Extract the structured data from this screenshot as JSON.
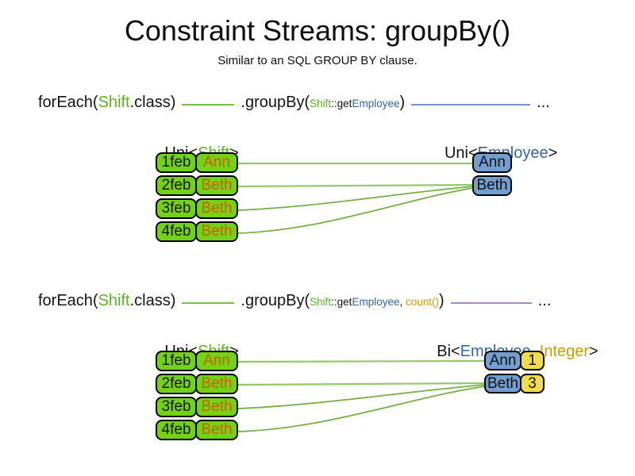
{
  "slide": {
    "title": "Constraint Streams: groupBy()",
    "subtitle": "Similar to an SQL GROUP BY clause."
  },
  "colors": {
    "shift_box_fill": "#73D216",
    "employee_box_fill": "#729FCF",
    "count_box_fill": "#F3DC4B",
    "shift_text_green": "#5BB51E",
    "employee_text_blue": "#3465A4",
    "name_text_orange": "#CE5C00",
    "integer_text_gold": "#C4A000",
    "stream_line_green": "#7CBE4A",
    "stream_line_blue": "#7793C5",
    "stream_line_purple": "#A38CBF",
    "link_line_green_light": "#93C968",
    "link_line_green_dark": "#74B043"
  },
  "section1": {
    "code": {
      "foreach_open": "forEach(",
      "foreach_class": "Shift",
      "foreach_close": ".class)",
      "groupby_open": ".groupBy(",
      "arg_class": "Shift",
      "arg_method": "::get",
      "arg_type": "Employee",
      "groupby_close": ")",
      "ellipsis": "..."
    },
    "left_type": {
      "pre": "Uni<",
      "param": "Shift",
      "post": ">"
    },
    "right_type": {
      "pre": "Uni<",
      "param": "Employee",
      "post": ">"
    },
    "table": {
      "rows": [
        {
          "date": "1feb",
          "name": "Ann"
        },
        {
          "date": "2feb",
          "name": "Beth"
        },
        {
          "date": "3feb",
          "name": "Beth"
        },
        {
          "date": "4feb",
          "name": "Beth"
        }
      ]
    },
    "groups": [
      {
        "name": "Ann"
      },
      {
        "name": "Beth"
      }
    ]
  },
  "section2": {
    "code": {
      "foreach_open": "forEach(",
      "foreach_class": "Shift",
      "foreach_close": ".class)",
      "groupby_open": ".groupBy(",
      "arg_class": "Shift",
      "arg_method": "::get",
      "arg_type": "Employee",
      "arg_sep": ", ",
      "arg_collector": "count()",
      "groupby_close": ")",
      "ellipsis": "..."
    },
    "left_type": {
      "pre": "Uni<",
      "param": "Shift",
      "post": ">"
    },
    "right_type": {
      "pre": "Bi<",
      "param1": "Employee",
      "sep": ", ",
      "param2": "Integer",
      "post": ">"
    },
    "table": {
      "rows": [
        {
          "date": "1feb",
          "name": "Ann"
        },
        {
          "date": "2feb",
          "name": "Beth"
        },
        {
          "date": "3feb",
          "name": "Beth"
        },
        {
          "date": "4feb",
          "name": "Beth"
        }
      ]
    },
    "groups": [
      {
        "name": "Ann",
        "count": "1"
      },
      {
        "name": "Beth",
        "count": "3"
      }
    ]
  }
}
